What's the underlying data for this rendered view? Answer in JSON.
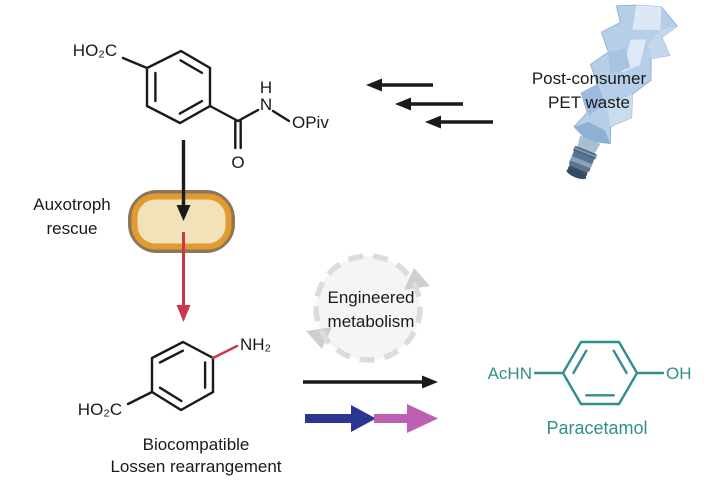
{
  "labels": {
    "pet_waste_line1": "Post-consumer",
    "pet_waste_line2": "PET waste",
    "auxotroph_line1": "Auxotroph",
    "auxotroph_line2": "rescue",
    "lossen_line1": "Biocompatible",
    "lossen_line2": "Lossen rearrangement",
    "metabolism_line1": "Engineered",
    "metabolism_line2": "metabolism",
    "paracetamol_name": "Paracetamol"
  },
  "molecules": {
    "tpa_hydroxamate": {
      "acid": "HO₂C",
      "amide_h": "H",
      "amide_n": "N",
      "carbonyl_o": "O",
      "opiv": "OPiv"
    },
    "paba": {
      "amine": "NH₂",
      "acid": "HO₂C"
    },
    "paracetamol": {
      "achn": "AcHN",
      "oh": "OH"
    }
  },
  "icons": {
    "pet_bottle": "crushed-pet-bottle-illustration",
    "bacteria_capsule": "bacterial-cell-capsule",
    "cycle": "dashed-cycle-arrow"
  },
  "colors": {
    "bond_black": "#1a1a1a",
    "red_arrow": "#c9374d",
    "navy_arrow": "#2c3590",
    "magenta_arrow": "#bd5fb3",
    "teal": "#2f8f8c",
    "capsule_fill": "#f2e2ba",
    "capsule_ring": "#e29b31",
    "capsule_outline": "#8d7557",
    "bottle_blue": "#b6cee8",
    "cap_slate": "#5b758f",
    "dashed_circle_gray": "#dcdcdc"
  }
}
